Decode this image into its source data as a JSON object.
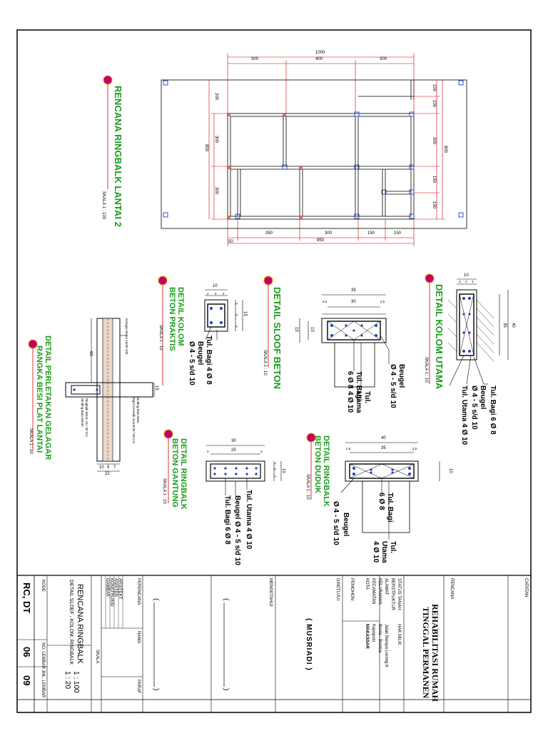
{
  "plan": {
    "title": "RENCANA RINGBALK LANTAI 2",
    "scale": "SKALA 1 : 100",
    "dims_top_total": "1000",
    "dims_top": [
      "300",
      "400",
      "300"
    ],
    "dims_bottom": [
      "350",
      "300",
      "150",
      "150"
    ],
    "dims_bottom_first": "50",
    "dims_bottom_total": "950",
    "dims_left": [
      "200",
      "300",
      "300"
    ],
    "dims_left_total": "800",
    "dims_right": [
      "100",
      "100",
      "300",
      "150",
      "150"
    ],
    "dims_right_total": "800"
  },
  "details": {
    "kolom_utama": {
      "title": [
        "DETAIL KOLOM UTAMA"
      ],
      "scale": "SKALA 1 : 10",
      "dims": {
        "w": "10",
        "h": "40",
        "h2": "35",
        "sub": [
          "3",
          "4",
          "3"
        ]
      },
      "notes": [
        "Tul. Bagi 6 Ø 8",
        "Beugel",
        "Ø 4 - 5 s/d 10",
        "Tul. Utama 4 Ø 10"
      ]
    },
    "sloof": {
      "title": [
        "DETAIL SLOOF BETON"
      ],
      "scale": "SKALA 1 : 10",
      "dims": {
        "w": "35",
        "w2": "30",
        "h": "15",
        "h2": "10",
        "sub": [
          "2.5",
          "2.5"
        ]
      },
      "notes": [
        "Beugel",
        "Ø 4 - 5 s/d 10",
        "Tul. Bagi",
        "6 Ø 8",
        "Tul.",
        "Utama",
        "4 Ø 10"
      ]
    },
    "kolom_praktis": {
      "title": [
        "DETAIL KOLOM",
        "BETON PRAKTIS"
      ],
      "scale": "SKALA 1 : 10",
      "dims": {
        "w": "10",
        "h": "15",
        "sub_w": [
          "2",
          "6",
          "2"
        ],
        "sub_h": [
          "3",
          "9",
          "3"
        ]
      },
      "notes": [
        "Tul. Bagi 4 Ø 8",
        "Beugel",
        "Ø 4 - 5 s/d 10"
      ]
    },
    "pertemuan": {
      "title": [
        "DETAIL PERLETAKAN GELAGAR",
        "RANGKA BESI PLAT LANTAI"
      ],
      "scale": "SKALA 1 : 20",
      "dims": {
        "h": "60",
        "slab": "15",
        "bottom": [
          "10",
          "5",
          "7"
        ],
        "bottom_total": "22"
      },
      "notes": [
        "Gelagar Beton 15/30 100",
        "Ringbalk Beton 15 / 30 Cm",
        "Dinding Bata Merah",
        "Tegel Keramik Granit 60 / 60 Cm",
        "Dinding Bata Bata"
      ]
    },
    "ringbalk_gantung": {
      "title": [
        "DETAIL RINGBALK",
        "BETON GANTUNG"
      ],
      "scale": "SKALA 1 : 10",
      "dims": {
        "w": "30",
        "w2": "25",
        "h": "10",
        "sub": [
          "3",
          "3"
        ],
        "sub_h": [
          "2",
          "6",
          "2"
        ]
      },
      "notes": [
        "Tul. Utama 4 Ø 10",
        "Beugel Ø 4 - 5 s/d 10",
        "Tul. Bagi 6 Ø 8"
      ]
    },
    "ringbalk_duduk": {
      "title": [
        "DETAIL RINGBALK",
        "BETON DUDUK"
      ],
      "scale": "SKALA 1 : 10",
      "dims": {
        "w": "40",
        "w2": "35",
        "h": "10",
        "sub": [
          "2.5",
          "2.5"
        ]
      },
      "notes": [
        "Beugel",
        "Ø 4 - 5 s/d 10",
        "Tul. Bagi",
        "6 Ø 8",
        "Tul.",
        "Utama",
        "4 Ø 10"
      ]
    }
  },
  "title_block": {
    "catatan": "CATATAN",
    "rencana_label": "RENCANA",
    "project_title": [
      "REHABILITASI RUMAH",
      "TINGGAL PERMANEN"
    ],
    "info_labels": [
      "STATUS TANAH",
      "BERSTRUKTUR",
      "ALAMAT",
      "KELURAHAN",
      "KECAMATAN",
      "KOTA",
      "PEMOHON"
    ],
    "info_values": [
      "HAK MILIK",
      "",
      "Jalan Baraya Lorong 6",
      "Bunta - Bontoa",
      "Kapoposi",
      "MAKASSAR",
      ""
    ],
    "disetujui": "DISETUJUI",
    "musriadi": "( MUSRIADI )",
    "mengetahui": "MENGETAHUI",
    "bracket_left": "(",
    "bracket_right": ")",
    "roles": [
      "PERENCANA",
      "ARSITEKT",
      "ASISTEN",
      "KONSTRUKSI",
      "GAMBAR"
    ],
    "nama": "NAMA",
    "paraf": "PARAF",
    "drawing_title": [
      "RENCANA RINGBALK",
      "DETAIL SLOEF , KOLOM, RINGBALK"
    ],
    "skala_label": "SKALA",
    "skala_values": [
      "1 : 100",
      "1 : 20"
    ],
    "kode_label": "KODE",
    "kode": "RC, DT",
    "no_lembar_label": "NO. LEMBAR",
    "no_lembar": "06",
    "jml_lembar_label": "JML. LEMBAR",
    "jml_lembar": "09"
  },
  "colors": {
    "green": "#1a9b1a",
    "red": "#d40000",
    "blue": "#1f3fbf",
    "marker": "#c0006b"
  }
}
